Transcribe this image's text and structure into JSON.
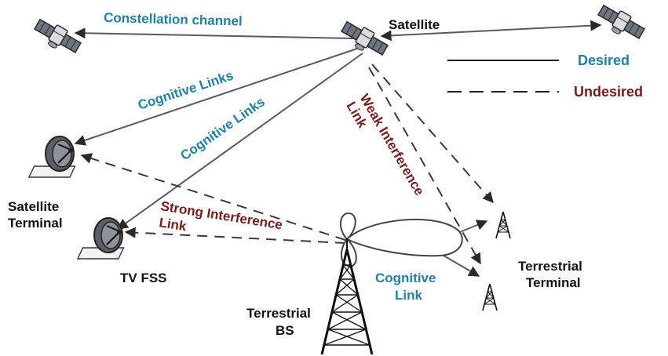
{
  "labels": {
    "constellation_channel": "Constellation channel",
    "satellite": "Satellite",
    "desired": "Desired",
    "undesired": "Undesired",
    "cognitive_links_1": "Cognitive Links",
    "cognitive_links_2": "Cognitive Links",
    "weak_interference_1": "Weak Interference",
    "weak_interference_2": "Link",
    "satellite_terminal_1": "Satellite",
    "satellite_terminal_2": "Terminal",
    "strong_interference_1": "Strong Interference",
    "strong_interference_2": "Link",
    "tv_fss": "TV FSS",
    "cognitive_link_1": "Cognitive",
    "cognitive_link_2": "Link",
    "terrestrial_terminal_1": "Terrestrial",
    "terrestrial_terminal_2": "Terminal",
    "terrestrial_bs_1": "Terrestrial",
    "terrestrial_bs_2": "BS"
  },
  "legend": {
    "desired_style": "solid",
    "undesired_style": "dashed"
  },
  "colors": {
    "blue_text": "#1f7fae",
    "red_text": "#7a1b1b",
    "black_text": "#111111",
    "link_line": "#555b66"
  },
  "icons": [
    "satellite-icon",
    "dish-antenna-icon",
    "tower-icon",
    "antenna-pattern-icon"
  ]
}
